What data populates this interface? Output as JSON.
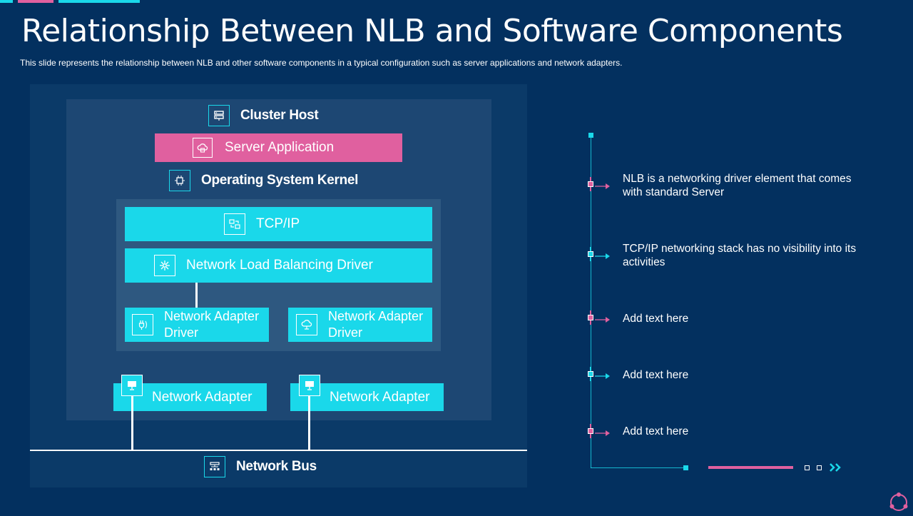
{
  "slide": {
    "title": "Relationship Between NLB and Software Components",
    "subtitle": "This slide represents the relationship between NLB and other software components in a typical configuration  such as server  applications and network adapters."
  },
  "diagram": {
    "cluster_host": "Cluster Host",
    "server_application": "Server Application",
    "os_kernel": "Operating System Kernel",
    "tcpip": "TCP/IP",
    "nlb_driver": "Network Load Balancing Driver",
    "adapter_driver_1": "Network Adapter Driver",
    "adapter_driver_2": "Network Adapter Driver",
    "network_adapter_1": "Network Adapter",
    "network_adapter_2": "Network Adapter",
    "network_bus": "Network Bus",
    "icons": [
      "server-rack-icon",
      "cloud-server-icon",
      "kernel-chip-icon",
      "network-sync-icon",
      "snowflake-icon",
      "plug-icon",
      "cloud-network-icon",
      "monitor-icon",
      "monitor-icon",
      "network-bus-icon"
    ]
  },
  "timeline": {
    "items": [
      {
        "text": "NLB is a networking driver element that comes with standard Server",
        "color": "#e0609f"
      },
      {
        "text": "TCP/IP networking stack has no visibility into its activities",
        "color": "#1ad8ea"
      },
      {
        "text": "Add text here",
        "color": "#e0609f"
      },
      {
        "text": "Add text here",
        "color": "#1ad8ea"
      },
      {
        "text": "Add text here",
        "color": "#e0609f"
      }
    ]
  },
  "colors": {
    "background": "#03305f",
    "accent_cyan": "#1ad8ea",
    "accent_pink": "#e0609f"
  }
}
